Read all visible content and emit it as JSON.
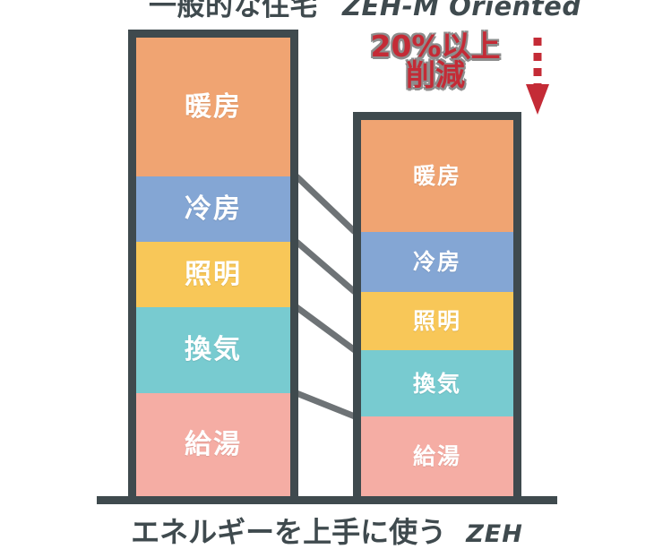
{
  "headers": {
    "left_label": "一般的な住宅",
    "right_label": "ZEH-M Oriented"
  },
  "callout": {
    "text": "20%以上\n削減",
    "color": "#C42B36",
    "arrow_icon": "dashed-down-arrow-icon"
  },
  "caption": {
    "main": "エネルギーを上手に使う",
    "tag": "ZEH"
  },
  "colors": {
    "outline": "#3F4A4E",
    "heating": "#F0A472",
    "cooling": "#84A6D4",
    "lighting": "#F8C758",
    "ventilation": "#78CBD0",
    "hot_water": "#F5ADA4",
    "connector": "#6E7376",
    "callout_red": "#C42B36",
    "label_text": "#FFFFFF"
  },
  "chart_data": {
    "type": "bar",
    "title": "エネルギーを上手に使う ZEH",
    "subtitle": "20%以上削減",
    "xlabel": "",
    "ylabel": "",
    "grid": false,
    "legend_position": "none",
    "stacked": true,
    "unit": "relative energy consumption (px height)",
    "categories": [
      "一般的な住宅",
      "ZEH-M Oriented"
    ],
    "segment_names": [
      "暖房",
      "冷房",
      "照明",
      "換気",
      "給湯"
    ],
    "segment_colors": [
      "#F0A472",
      "#84A6D4",
      "#F8C758",
      "#78CBD0",
      "#F5ADA4"
    ],
    "series": [
      {
        "name": "暖房",
        "values": [
          155,
          125
        ]
      },
      {
        "name": "冷房",
        "values": [
          73,
          67
        ]
      },
      {
        "name": "照明",
        "values": [
          73,
          65
        ]
      },
      {
        "name": "換気",
        "values": [
          96,
          74
        ]
      },
      {
        "name": "給湯",
        "values": [
          115,
          89
        ]
      }
    ],
    "totals": [
      512,
      420
    ],
    "reduction_label": "20%以上削減",
    "reduction_percent": 20
  },
  "bars": {
    "left": {
      "name": "一般的な住宅",
      "segments": [
        {
          "label": "暖房",
          "color": "#F0A472",
          "height": 155
        },
        {
          "label": "冷房",
          "color": "#84A6D4",
          "height": 73
        },
        {
          "label": "照明",
          "color": "#F8C758",
          "height": 73
        },
        {
          "label": "換気",
          "color": "#78CBD0",
          "height": 96
        },
        {
          "label": "給湯",
          "color": "#F5ADA4",
          "height": 115
        }
      ]
    },
    "right": {
      "name": "ZEH-M Oriented",
      "segments": [
        {
          "label": "暖房",
          "color": "#F0A472",
          "height": 125
        },
        {
          "label": "冷房",
          "color": "#84A6D4",
          "height": 67
        },
        {
          "label": "照明",
          "color": "#F8C758",
          "height": 65
        },
        {
          "label": "換気",
          "color": "#78CBD0",
          "height": 74
        },
        {
          "label": "給湯",
          "color": "#F5ADA4",
          "height": 89
        }
      ]
    }
  }
}
